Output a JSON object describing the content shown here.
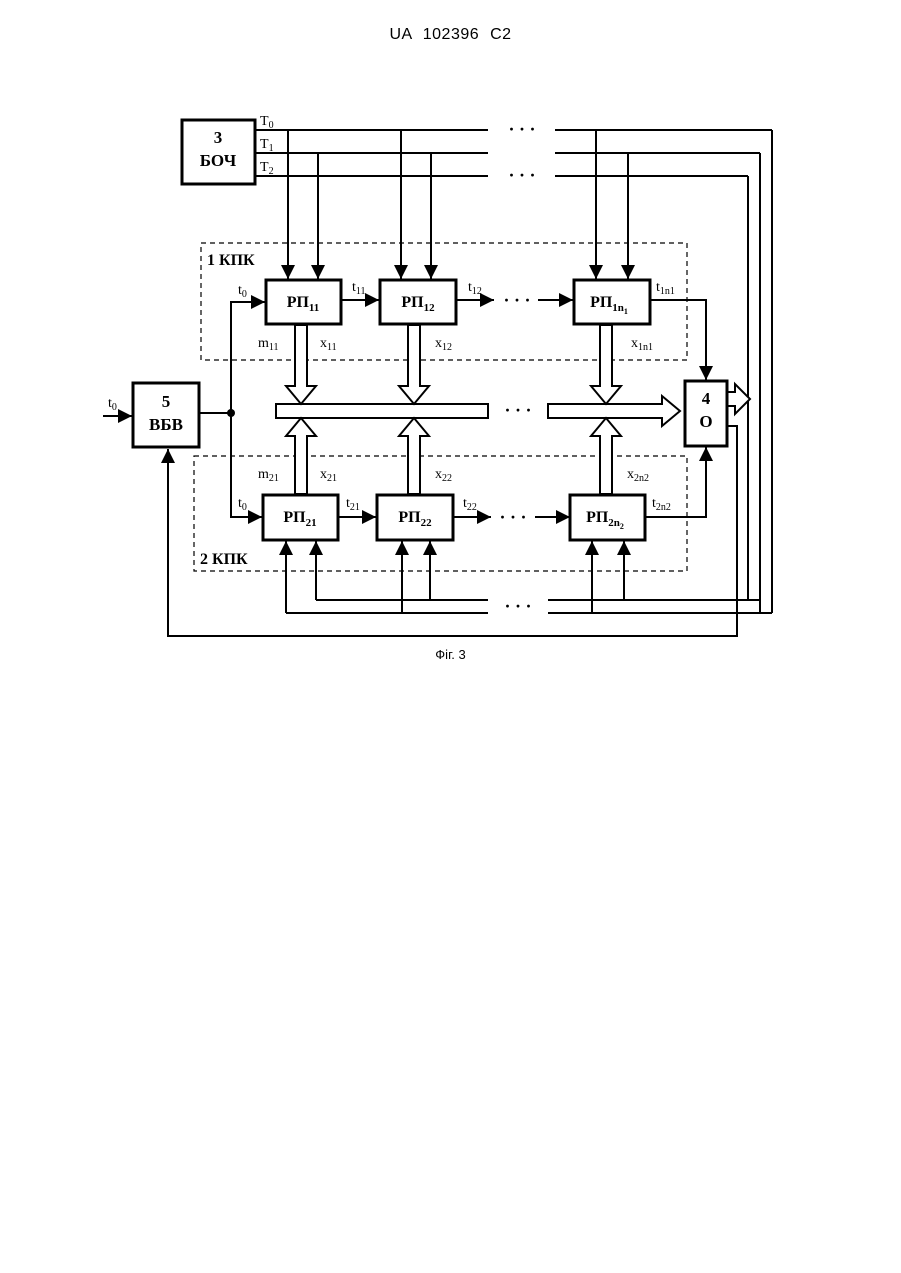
{
  "header": {
    "patent_id": "UA 102396 C2"
  },
  "figure": {
    "caption": "Фіг. 3"
  },
  "blocks": {
    "boch": {
      "number": "3",
      "name": "БОЧ"
    },
    "vbv": {
      "number": "5",
      "name": "ВБВ"
    },
    "o": {
      "number": "4",
      "name": "О"
    }
  },
  "groups": {
    "kpk1": {
      "label": "1 КПК"
    },
    "kpk2": {
      "label": "2 КПК"
    }
  },
  "registers": {
    "rp11": {
      "base": "РП",
      "sub": "11"
    },
    "rp12": {
      "base": "РП",
      "sub": "12"
    },
    "rp1n": {
      "base": "РП",
      "sub": "1n",
      "subsub": "1"
    },
    "rp21": {
      "base": "РП",
      "sub": "21"
    },
    "rp22": {
      "base": "РП",
      "sub": "22"
    },
    "rp2n": {
      "base": "РП",
      "sub": "2n",
      "subsub": "2"
    }
  },
  "clock_lines": [
    {
      "base": "T",
      "sub": "0"
    },
    {
      "base": "T",
      "sub": "1"
    },
    {
      "base": "T",
      "sub": "2"
    }
  ],
  "signals": {
    "t0_in": {
      "base": "t",
      "sub": "0"
    },
    "t0_top": {
      "base": "t",
      "sub": "0"
    },
    "t0_bot": {
      "base": "t",
      "sub": "0"
    },
    "t11": {
      "base": "t",
      "sub": "11"
    },
    "t12": {
      "base": "t",
      "sub": "12"
    },
    "t1n1": {
      "base": "t",
      "sub": "1n1"
    },
    "t21": {
      "base": "t",
      "sub": "21"
    },
    "t22": {
      "base": "t",
      "sub": "22"
    },
    "t2n2": {
      "base": "t",
      "sub": "2n2"
    },
    "m11": {
      "base": "m",
      "sub": "11"
    },
    "m21": {
      "base": "m",
      "sub": "21"
    },
    "x11": {
      "base": "x",
      "sub": "11"
    },
    "x12": {
      "base": "x",
      "sub": "12"
    },
    "x1n1": {
      "base": "x",
      "sub": "1n1"
    },
    "x21": {
      "base": "x",
      "sub": "21"
    },
    "x22": {
      "base": "x",
      "sub": "22"
    },
    "x2n2": {
      "base": "x",
      "sub": "2n2"
    }
  },
  "ellipsis": "· · ·"
}
